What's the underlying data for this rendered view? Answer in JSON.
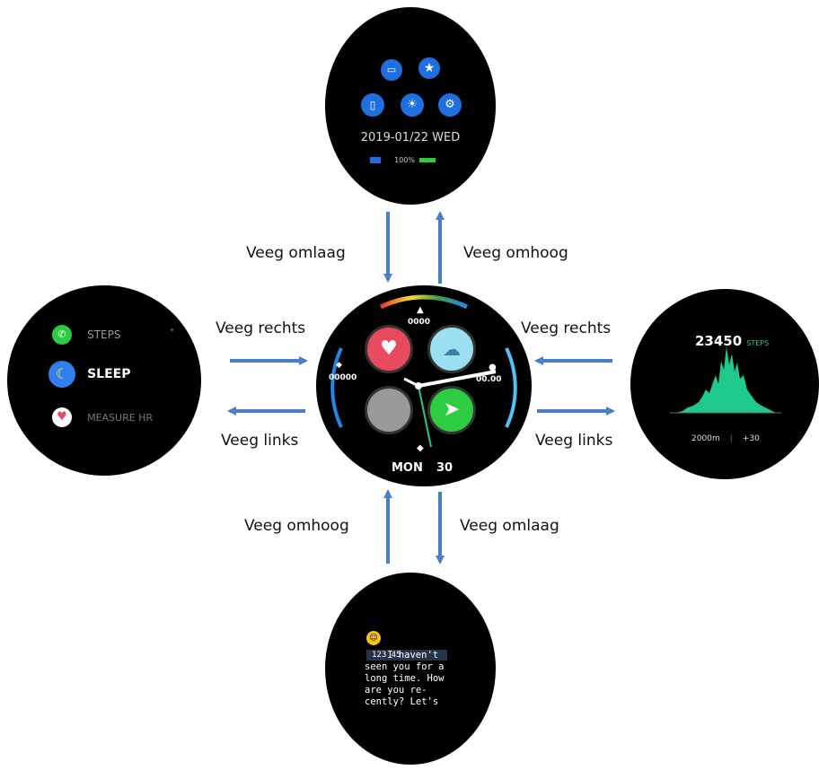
{
  "labels": {
    "top_down": "Veeg omlaag",
    "top_up": "Veeg omhoog",
    "left_right": "Veeg rechts",
    "left_left": "Veeg links",
    "right_right": "Veeg rechts",
    "right_left": "Veeg links",
    "bottom_up": "Veeg omhoog",
    "bottom_down": "Veeg omlaag"
  },
  "top_screen": {
    "date": "2019-01/22 WED",
    "battery": "100%"
  },
  "left_screen": {
    "items": [
      {
        "label": "STEPS",
        "icon": "phone-icon",
        "color": "#2ecc40"
      },
      {
        "label": "SLEEP",
        "icon": "moon-icon",
        "color": "#2f80ed"
      },
      {
        "label": "MEASURE HR",
        "icon": "heart-icon",
        "color": "#e84a5f"
      }
    ]
  },
  "center_watch": {
    "top_value": "0000",
    "left_value": "00000",
    "right_value": "00.00",
    "day": "MON",
    "date": "30"
  },
  "right_screen": {
    "steps": "23450",
    "steps_unit": "STEPS",
    "distance": "2000m",
    "extra": "+30"
  },
  "bottom_screen": {
    "header": "123 45",
    "message": "I haven't seen you for a long time. How are you re-cently? Let's"
  },
  "colors": {
    "arrow": "#4a7fc1",
    "accent_green": "#1ec98a",
    "icon_blue": "#1e6fe0"
  }
}
